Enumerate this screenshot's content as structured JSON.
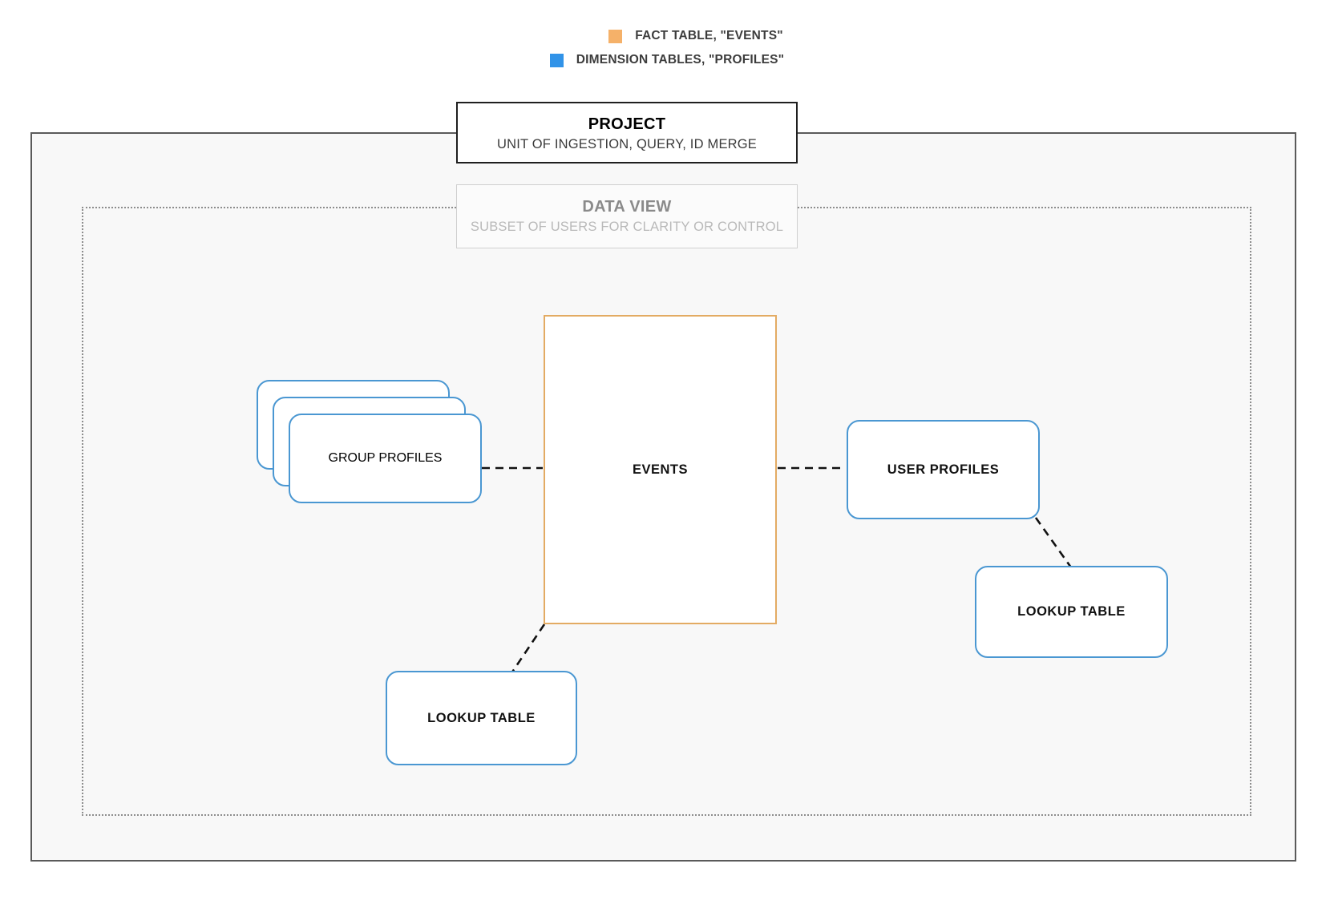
{
  "legend": {
    "items": [
      {
        "label": "FACT TABLE, \"EVENTS\"",
        "color": "#f5b169",
        "swatch_name": "legend-swatch-fact"
      },
      {
        "label": "DIMENSION TABLES, \"PROFILES\"",
        "color": "#3193e8",
        "swatch_name": "legend-swatch-dimension"
      }
    ]
  },
  "project": {
    "title": "PROJECT",
    "subtitle": "UNIT OF INGESTION, QUERY, ID MERGE"
  },
  "data_view": {
    "title": "DATA VIEW",
    "subtitle": "SUBSET OF USERS FOR CLARITY OR CONTROL"
  },
  "nodes": {
    "events": "EVENTS",
    "group_profiles": "GROUP PROFILES",
    "user_profiles": "USER PROFILES",
    "lookup_table_left": "LOOKUP TABLE",
    "lookup_table_right": "LOOKUP TABLE"
  },
  "colors": {
    "fact_border": "#e3ab63",
    "dimension_border": "#4a97d2",
    "project_border": "#1f1f1f",
    "data_view_border": "#cfcfcf",
    "outer_frame_border": "#5a5a5a",
    "dotted_frame_border": "#8d8d8d",
    "canvas_fill": "#f8f8f8",
    "connector": "#111111"
  },
  "connectors": [
    {
      "name": "group-profiles-to-events",
      "style": "dashed"
    },
    {
      "name": "events-to-user-profiles",
      "style": "dashed"
    },
    {
      "name": "events-to-lookup-table-left",
      "style": "dashed"
    },
    {
      "name": "user-profiles-to-lookup-table-right",
      "style": "dashed"
    }
  ]
}
